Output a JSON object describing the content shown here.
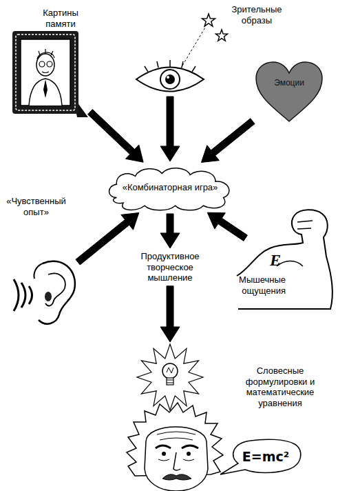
{
  "diagram": {
    "nodes": [
      {
        "text": [
          "Картины памяти"
        ]
      },
      {
        "text": [
          "Зрительные образы"
        ]
      },
      {
        "text": [
          "Эмоции"
        ]
      },
      {
        "text": [
          "«Комбинаторная игра»"
        ]
      },
      {
        "text": [
          "«Чувственный опыт»"
        ]
      },
      {
        "text": [
          "Мышечные ощущения"
        ]
      },
      {
        "text": [
          "Продуктивное творческое мышление"
        ]
      },
      {
        "text": [
          "Словесные формулировки и математические уравнения"
        ]
      },
      {
        "text": [
          "E=mc²"
        ]
      }
    ],
    "edges": [
      {
        "from": 0,
        "to": 3,
        "arrow": "to"
      },
      {
        "from": 1,
        "to": 3,
        "arrow": "to"
      },
      {
        "from": 2,
        "to": 3,
        "arrow": "to"
      },
      {
        "from": 4,
        "to": 3,
        "arrow": "to"
      },
      {
        "from": 5,
        "to": 3,
        "arrow": "to"
      },
      {
        "from": 3,
        "to": 6,
        "arrow": "to"
      },
      {
        "from": 6,
        "to": 7,
        "arrow": "to"
      }
    ],
    "labels": [
      "E"
    ]
  }
}
